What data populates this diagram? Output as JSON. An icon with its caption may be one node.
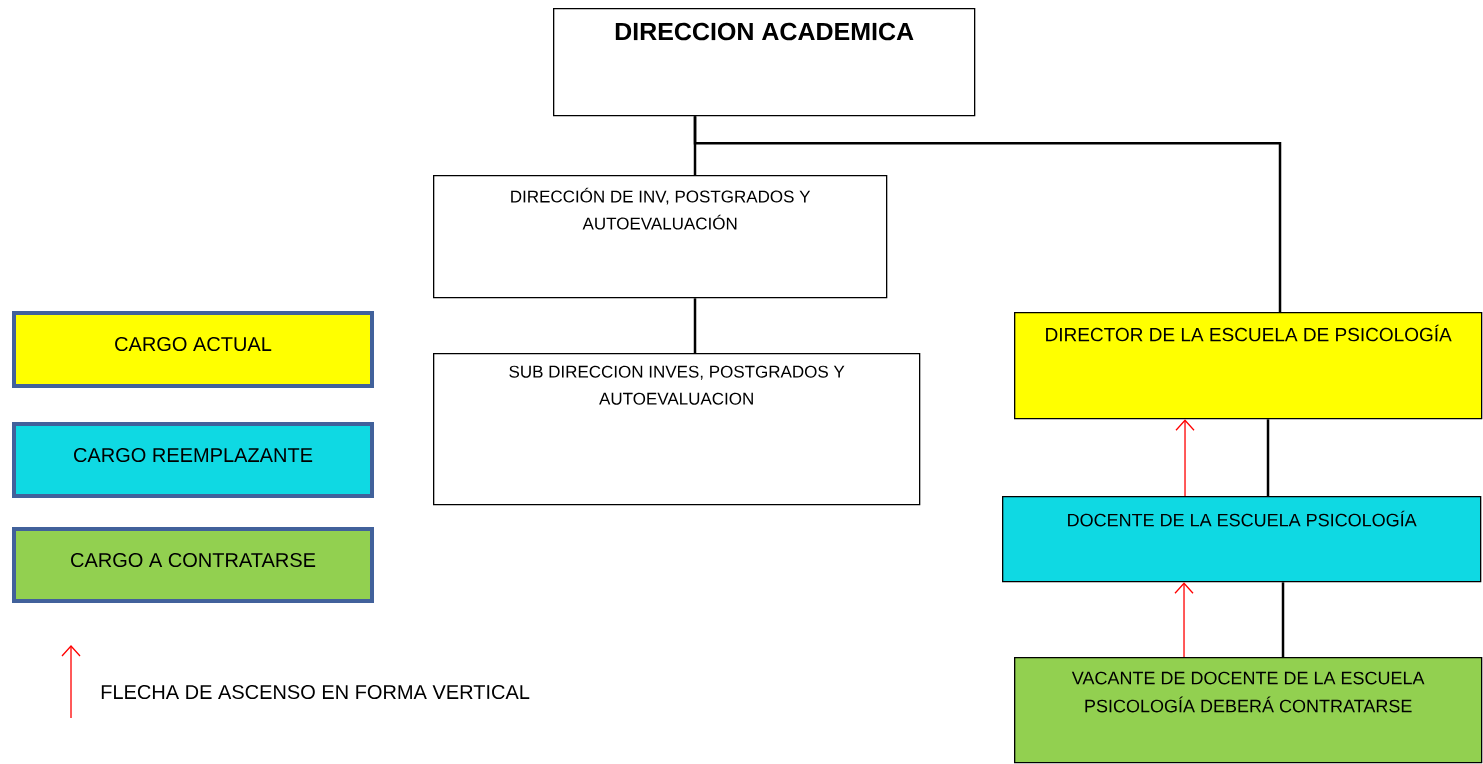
{
  "diagram": {
    "nodes": [
      {
        "text": [
          "DIRECCION ACADEMICA"
        ]
      },
      {
        "text": [
          "DIRECCIÓN DE INV, POSTGRADOS Y AUTOEVALUACIÓN"
        ]
      },
      {
        "text": [
          "SUB DIRECCION INVES, POSTGRADOS Y AUTOEVALUACION"
        ]
      },
      {
        "text": [
          "DIRECTOR DE LA ESCUELA DE PSICOLOGÍA"
        ]
      },
      {
        "text": [
          "DOCENTE DE LA ESCUELA PSICOLOGÍA"
        ]
      },
      {
        "text": [
          "VACANTE DE DOCENTE DE LA ESCUELA PSICOLOGÍA DEBERÁ CONTRATARSE"
        ]
      }
    ],
    "edges": [
      {
        "from": 0,
        "to": 1,
        "arrow": "none"
      },
      {
        "from": 0,
        "to": 3,
        "arrow": "none"
      },
      {
        "from": 1,
        "to": 2,
        "arrow": "none"
      },
      {
        "from": 3,
        "to": 4,
        "arrow": "none"
      },
      {
        "from": 4,
        "to": 5,
        "arrow": "none"
      },
      {
        "from": 4,
        "to": 3,
        "arrow": "to",
        "color": "#ff0000"
      },
      {
        "from": 5,
        "to": 4,
        "arrow": "to",
        "color": "#ff0000"
      }
    ],
    "legend": [
      {
        "text": "CARGO ACTUAL",
        "color": "#ffff00"
      },
      {
        "text": "CARGO REEMPLAZANTE",
        "color": "#0fd9e3"
      },
      {
        "text": "CARGO A CONTRATARSE",
        "color": "#92d050"
      },
      {
        "text": "FLECHA DE ASCENSO EN FORMA VERTICAL"
      }
    ]
  }
}
